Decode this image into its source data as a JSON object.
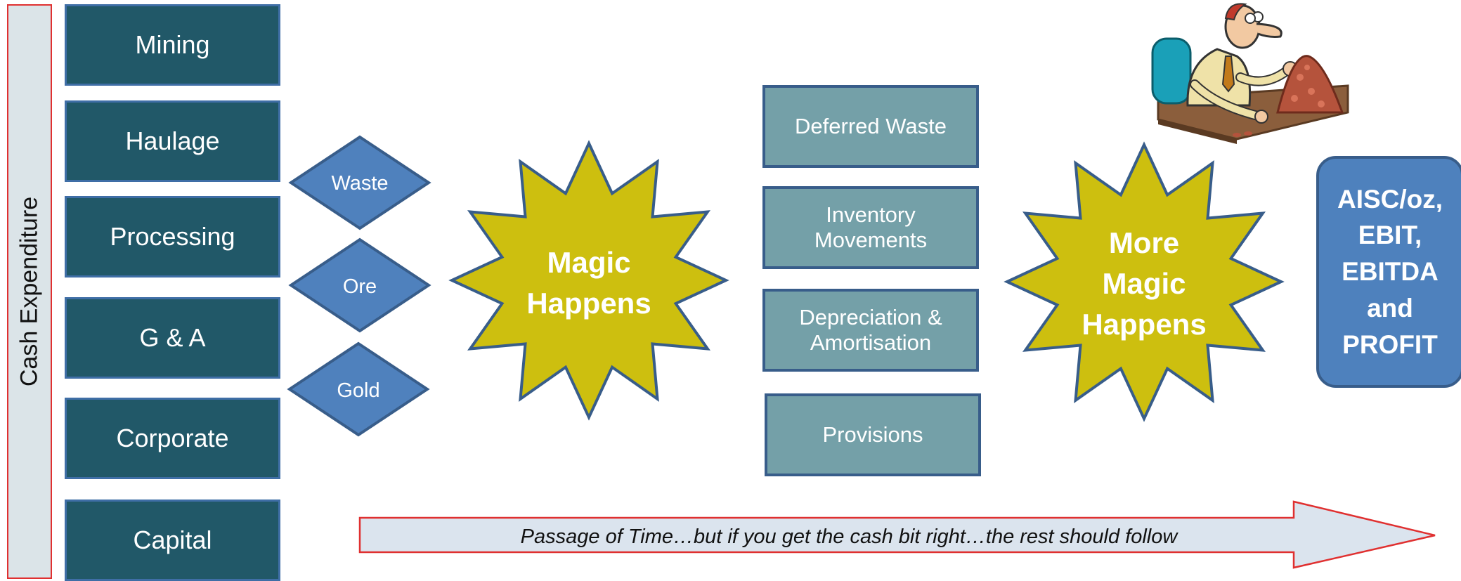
{
  "side_label": "Cash Expenditure",
  "cost_items": [
    "Mining",
    "Haulage",
    "Processing",
    "G & A",
    "Corporate",
    "Capital"
  ],
  "diamonds": [
    "Waste",
    "Ore",
    "Gold"
  ],
  "star_left": [
    "Magic",
    "Happens"
  ],
  "adjustments": [
    "Deferred Waste",
    "Inventory\nMovements",
    "Depreciation &\nAmortisation",
    "Provisions"
  ],
  "star_right": [
    "More",
    "Magic",
    "Happens"
  ],
  "result": "AISC/oz,\nEBIT,\nEBITDA\nand\nPROFIT",
  "arrow_text": "Passage of Time…but if you get the cash bit right…the rest should follow",
  "illustration": "cartoon-man-counting-coins",
  "colors": {
    "cost_box": "#215868",
    "diamond": "#4f81bd",
    "star": "#cdbf0f",
    "adjustment_box": "#74a0a8",
    "result_box": "#4e81bd",
    "border_red": "#e03030"
  }
}
